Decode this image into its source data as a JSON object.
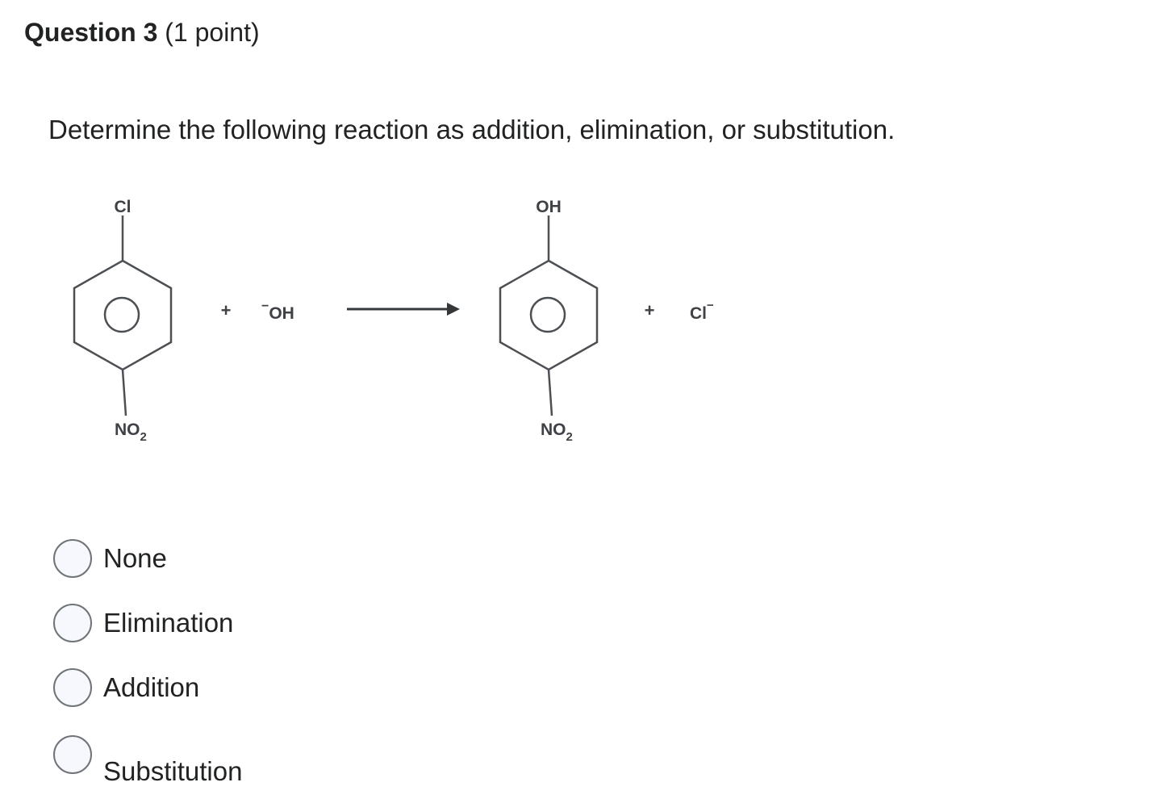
{
  "question": {
    "number_label": "Question 3",
    "points_label": " (1 point)",
    "prompt": "Determine the following reaction as addition, elimination, or substitution."
  },
  "reaction": {
    "reactant": {
      "top_substituent": "Cl",
      "bottom_substituent": "NO",
      "bottom_subscript": "2"
    },
    "plus_left": "+",
    "hydroxide": {
      "charge": "−",
      "formula": "OH"
    },
    "product": {
      "top_substituent": "OH",
      "bottom_substituent": "NO",
      "bottom_subscript": "2"
    },
    "plus_right": "+",
    "chloride": {
      "formula": "Cl",
      "charge": "−"
    }
  },
  "options": [
    {
      "label": "None"
    },
    {
      "label": "Elimination"
    },
    {
      "label": "Addition"
    },
    {
      "label": "Substitution"
    }
  ],
  "colors": {
    "body_text": "#202223",
    "diagram_stroke": "#4c4f53",
    "diagram_text": "#3e4145",
    "radio_border": "#6f747a",
    "radio_fill": "#f7f8fd"
  }
}
